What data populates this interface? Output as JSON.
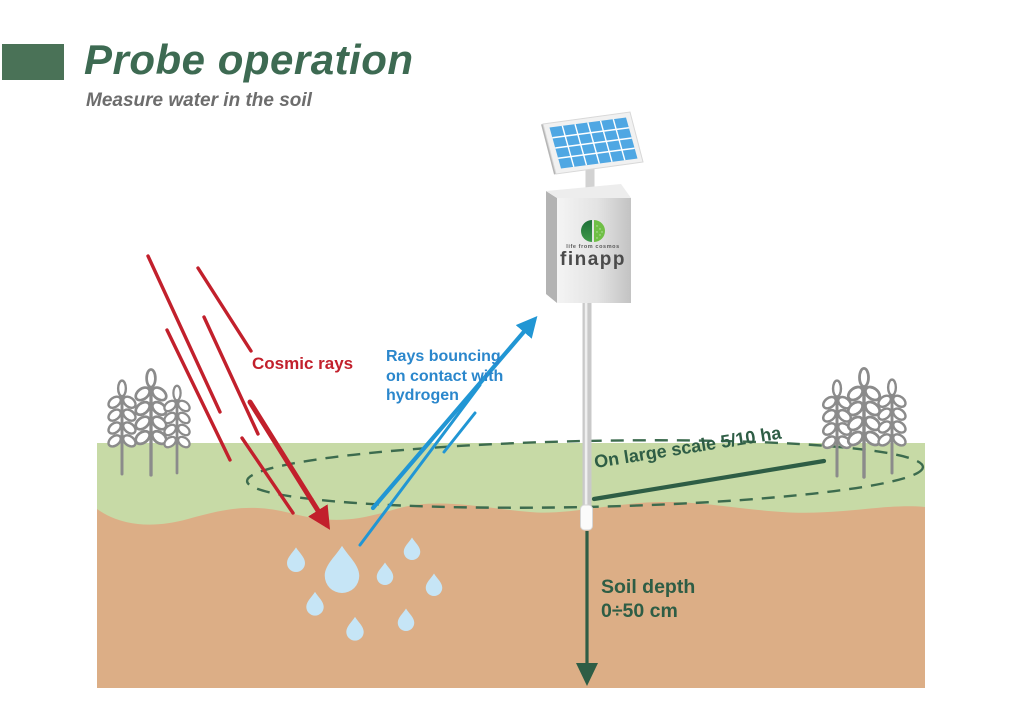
{
  "header": {
    "title": "Probe operation",
    "subtitle": "Measure water in the soil"
  },
  "labels": {
    "cosmic_rays": "Cosmic rays",
    "rays_bouncing": "Rays bouncing\non contact with\nhydrogen",
    "large_scale": "On large scale 5/10 ha",
    "soil_depth": "Soil depth\n0÷50 cm"
  },
  "device": {
    "brand": "finapp",
    "tagline": "life from cosmos"
  },
  "colors": {
    "accent_green": "#3d6a52",
    "title_square_green": "#4a7257",
    "subtitle_gray": "#6d6d6d",
    "ray_red": "#c2202c",
    "ray_blue": "#2196d4",
    "arrow_green": "#2e5d45",
    "dashed_ellipse_green": "#3c6b4e",
    "grass_green": "#c7daa6",
    "soil_tan": "#dcae86",
    "drop_blue": "#c6e5f6",
    "wheat_gray": "#8b8b8b",
    "panel_blue": "#4fa7e3",
    "box_gray": "#dedede"
  }
}
